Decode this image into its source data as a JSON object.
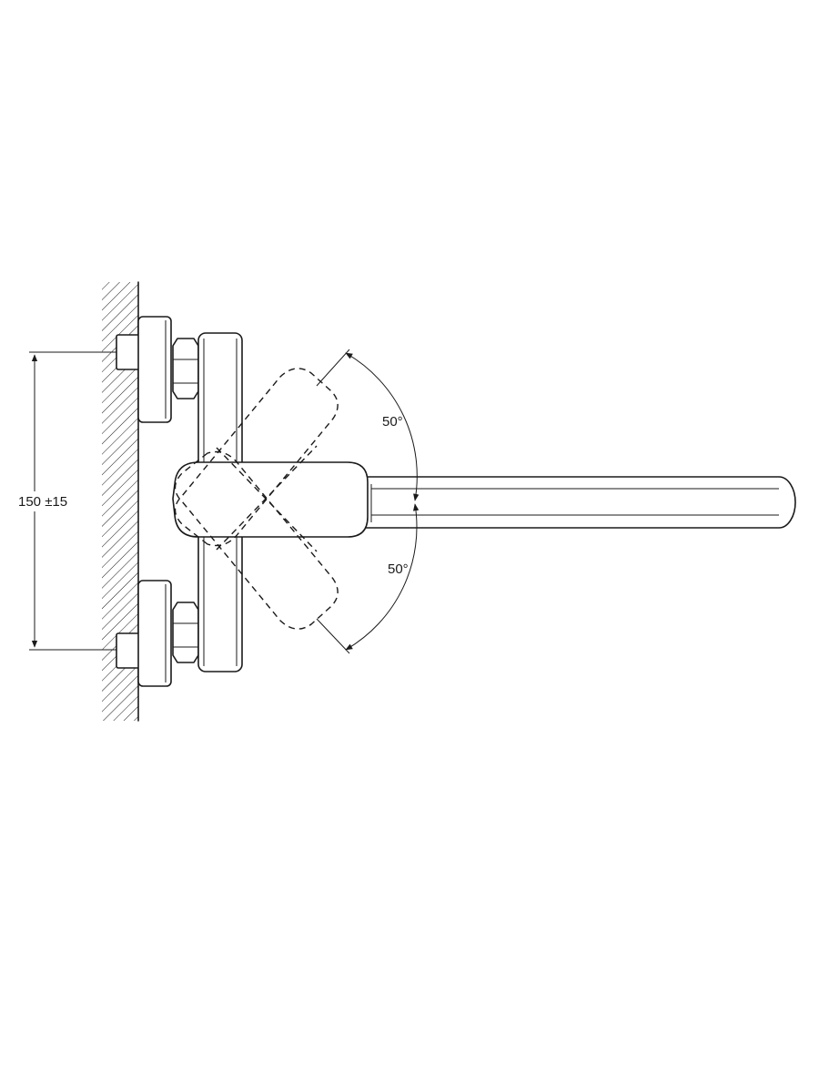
{
  "dimensions": {
    "vertical_spacing_label": "150 ±15",
    "upper_angle_label": "50°",
    "lower_angle_label": "50°"
  }
}
